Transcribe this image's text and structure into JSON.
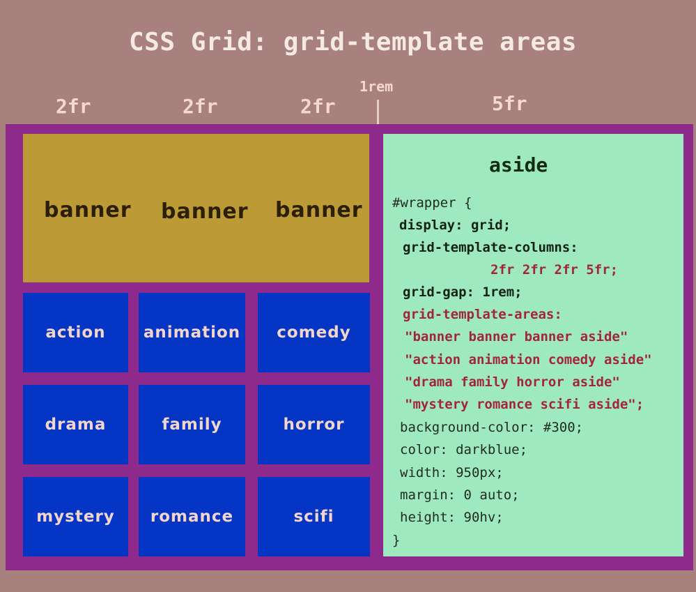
{
  "title": "CSS Grid: grid-template areas",
  "column_labels": [
    "2fr",
    "2fr",
    "2fr",
    "5fr"
  ],
  "gap_label": "1rem",
  "banner_words": [
    "banner",
    "banner",
    "banner"
  ],
  "cells": [
    "action",
    "animation",
    "comedy",
    "drama",
    "family",
    "horror",
    "mystery",
    "romance",
    "scifi"
  ],
  "aside": {
    "title": "aside",
    "code_lines": [
      "#wrapper {",
      "display: grid;",
      "grid-template-columns:",
      "2fr 2fr 2fr 5fr;",
      "grid-gap: 1rem;",
      "grid-template-areas:",
      "\"banner banner banner aside\"",
      "\"action animation comedy aside\"",
      "\"drama family horror aside\"",
      "\"mystery romance scifi aside\";",
      "background-color: #300;",
      "color: darkblue;",
      "width: 950px;",
      "margin: 0 auto;",
      "height: 90hv;",
      "}"
    ]
  },
  "colors": {
    "page_background": "#a8817f",
    "wrapper": "#8e2a8c",
    "banner": "#bc9a36",
    "cell": "#0535c4",
    "aside": "#9fe9c0",
    "code_highlight": "#a2263a"
  }
}
